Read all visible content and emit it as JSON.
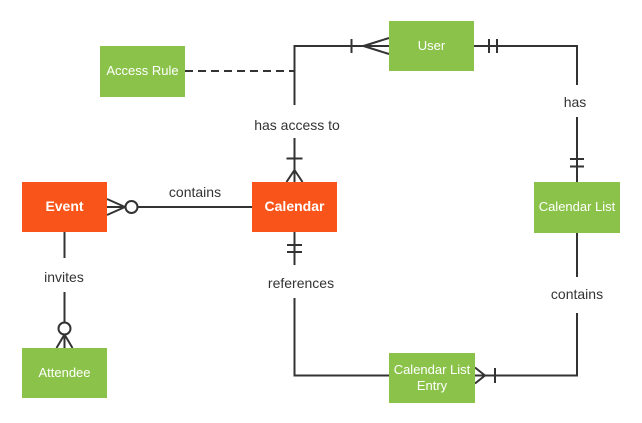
{
  "colors": {
    "orange": "#F9551A",
    "green": "#8BC34A",
    "line": "#333333",
    "label_text": "#333333",
    "entity_text": "#FFFFFF",
    "background": "#FFFFFF"
  },
  "entities": {
    "access_rule": {
      "label": "Access Rule",
      "color": "green"
    },
    "user": {
      "label": "User",
      "color": "green"
    },
    "event": {
      "label": "Event",
      "color": "orange"
    },
    "calendar": {
      "label": "Calendar",
      "color": "orange"
    },
    "calendar_list": {
      "label": "Calendar List",
      "color": "green"
    },
    "attendee": {
      "label": "Attendee",
      "color": "green"
    },
    "calendar_list_entry": {
      "label": "Calendar List Entry",
      "color": "green"
    }
  },
  "relationships": {
    "calendar_user": {
      "label": "has access to",
      "from": "Calendar",
      "to": "User",
      "from_cardinality": "one-or-many",
      "to_cardinality": "one-or-many"
    },
    "access_rule_link": {
      "label": "",
      "from": "Access Rule",
      "to": "has access to",
      "style": "dashed"
    },
    "event_calendar": {
      "label": "contains",
      "from": "Event",
      "to": "Calendar",
      "from_cardinality": "zero-or-many",
      "to_cardinality": "none"
    },
    "event_attendee": {
      "label": "invites",
      "from": "Event",
      "to": "Attendee",
      "from_cardinality": "none",
      "to_cardinality": "zero-or-many"
    },
    "user_calendar_list": {
      "label": "has",
      "from": "User",
      "to": "Calendar List",
      "from_cardinality": "one-and-only-one",
      "to_cardinality": "one-and-only-one"
    },
    "calendar_list_entry_contains": {
      "label": "contains",
      "from": "Calendar List",
      "to": "Calendar List Entry",
      "from_cardinality": "none",
      "to_cardinality": "one-or-many"
    },
    "calendar_references_entry": {
      "label": "references",
      "from": "Calendar",
      "to": "Calendar List Entry",
      "from_cardinality": "one-and-only-one",
      "to_cardinality": "none"
    }
  }
}
